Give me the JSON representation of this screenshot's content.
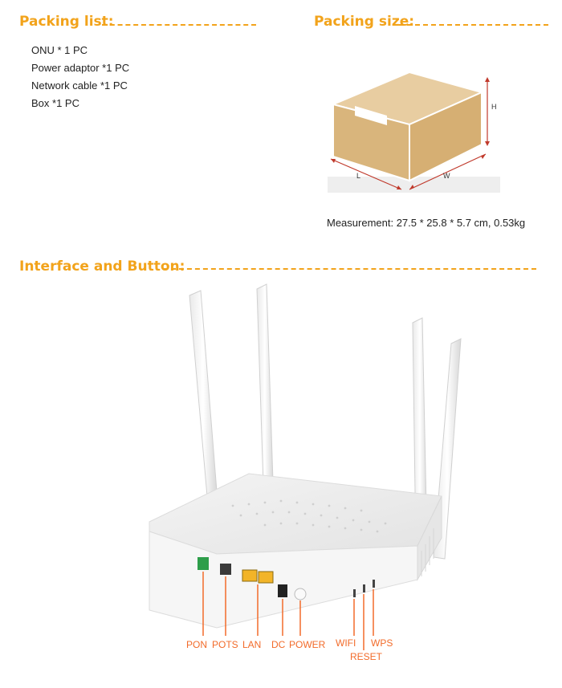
{
  "packing_list": {
    "title": "Packing list:",
    "items": [
      "ONU * 1 PC",
      "Power adaptor *1 PC",
      "Network cable *1 PC",
      "Box *1 PC"
    ]
  },
  "packing_size": {
    "title": "Packing size:",
    "dim_h": "H",
    "dim_l": "L",
    "dim_w": "W",
    "measurement": "Measurement: 27.5 * 25.8 * 5.7 cm, 0.53kg"
  },
  "interface": {
    "title": "Interface and Button:",
    "labels": {
      "pon": "PON",
      "pots": "POTS",
      "lan": "LAN",
      "dc": "DC",
      "power": "POWER",
      "wifi": "WIFI",
      "reset": "RESET",
      "wps": "WPS"
    }
  },
  "colors": {
    "accent": "#f2a31b",
    "box": "#d9b57c",
    "callout": "#f26b2a",
    "lan_port": "#f2b428",
    "pon_port": "#2e9e4a"
  }
}
